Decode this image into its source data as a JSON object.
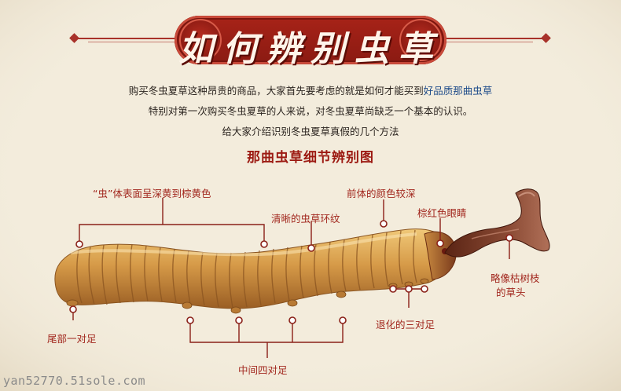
{
  "title": "如何辨别虫草",
  "intro": {
    "line1_before": "购买冬虫夏草这种昂贵的商品，大家首先要考虑的就是如何才能买到",
    "line1_highlight": "好品质那曲虫草",
    "line2": "特别对第一次购买冬虫夏草的人来说，对冬虫夏草尚缺乏一个基本的认识。",
    "line3": "给大家介绍识别冬虫夏草真假的几个方法"
  },
  "subheading": "那曲虫草细节辨别图",
  "labels": {
    "surface": "“虫”体表面呈深黄到棕黄色",
    "rings": "清晰的虫草环纹",
    "front_color": "前体的颜色较深",
    "eyes": "棕红色眼睛",
    "branch_1": "略像枯树枝",
    "branch_2": "的草头",
    "tail_feet": "尾部一对足",
    "degenerate_feet": "退化的三对足",
    "middle_feet": "中间四对足"
  },
  "watermark": "yan52770.51sole.com",
  "colors": {
    "accent_red": "#a2281f",
    "banner_red": "#8a1a12",
    "link_blue": "#1f4c8a",
    "background": "#f3ecdc"
  }
}
